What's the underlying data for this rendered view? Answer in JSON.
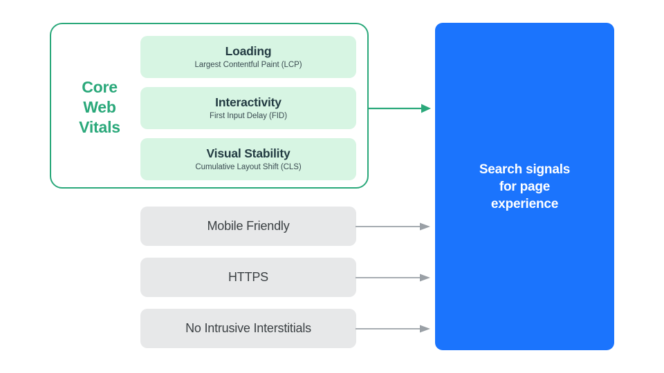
{
  "diagram": {
    "title": "Search signals for page experience",
    "colors": {
      "green_accent": "#2aa87a",
      "green_pill_bg": "#d7f5e3",
      "gray_box_bg": "#e7e8e9",
      "blue_panel": "#1b74fd",
      "arrow_gray": "#9aa0a6",
      "text_dark": "#233b42"
    }
  },
  "core_web_vitals": {
    "label_lines": [
      "Core",
      "Web",
      "Vitals"
    ],
    "label_text": "Core Web Vitals",
    "metrics": [
      {
        "title": "Loading",
        "subtitle": "Largest Contentful Paint (LCP)"
      },
      {
        "title": "Interactivity",
        "subtitle": "First Input Delay (FID)"
      },
      {
        "title": "Visual Stability",
        "subtitle": "Cumulative Layout Shift (CLS)"
      }
    ]
  },
  "other_signals": [
    {
      "label": "Mobile Friendly"
    },
    {
      "label": "HTTPS"
    },
    {
      "label": "No Intrusive Interstitials"
    }
  ],
  "destination": {
    "lines": [
      "Search signals",
      "for page",
      "experience"
    ],
    "text": "Search signals for page experience"
  },
  "arrows": [
    {
      "name": "core-web-vitals-to-destination",
      "color": "#2aa87a"
    },
    {
      "name": "mobile-friendly-to-destination",
      "color": "#9aa0a6"
    },
    {
      "name": "https-to-destination",
      "color": "#9aa0a6"
    },
    {
      "name": "no-intrusive-interstitials-to-destination",
      "color": "#9aa0a6"
    }
  ]
}
